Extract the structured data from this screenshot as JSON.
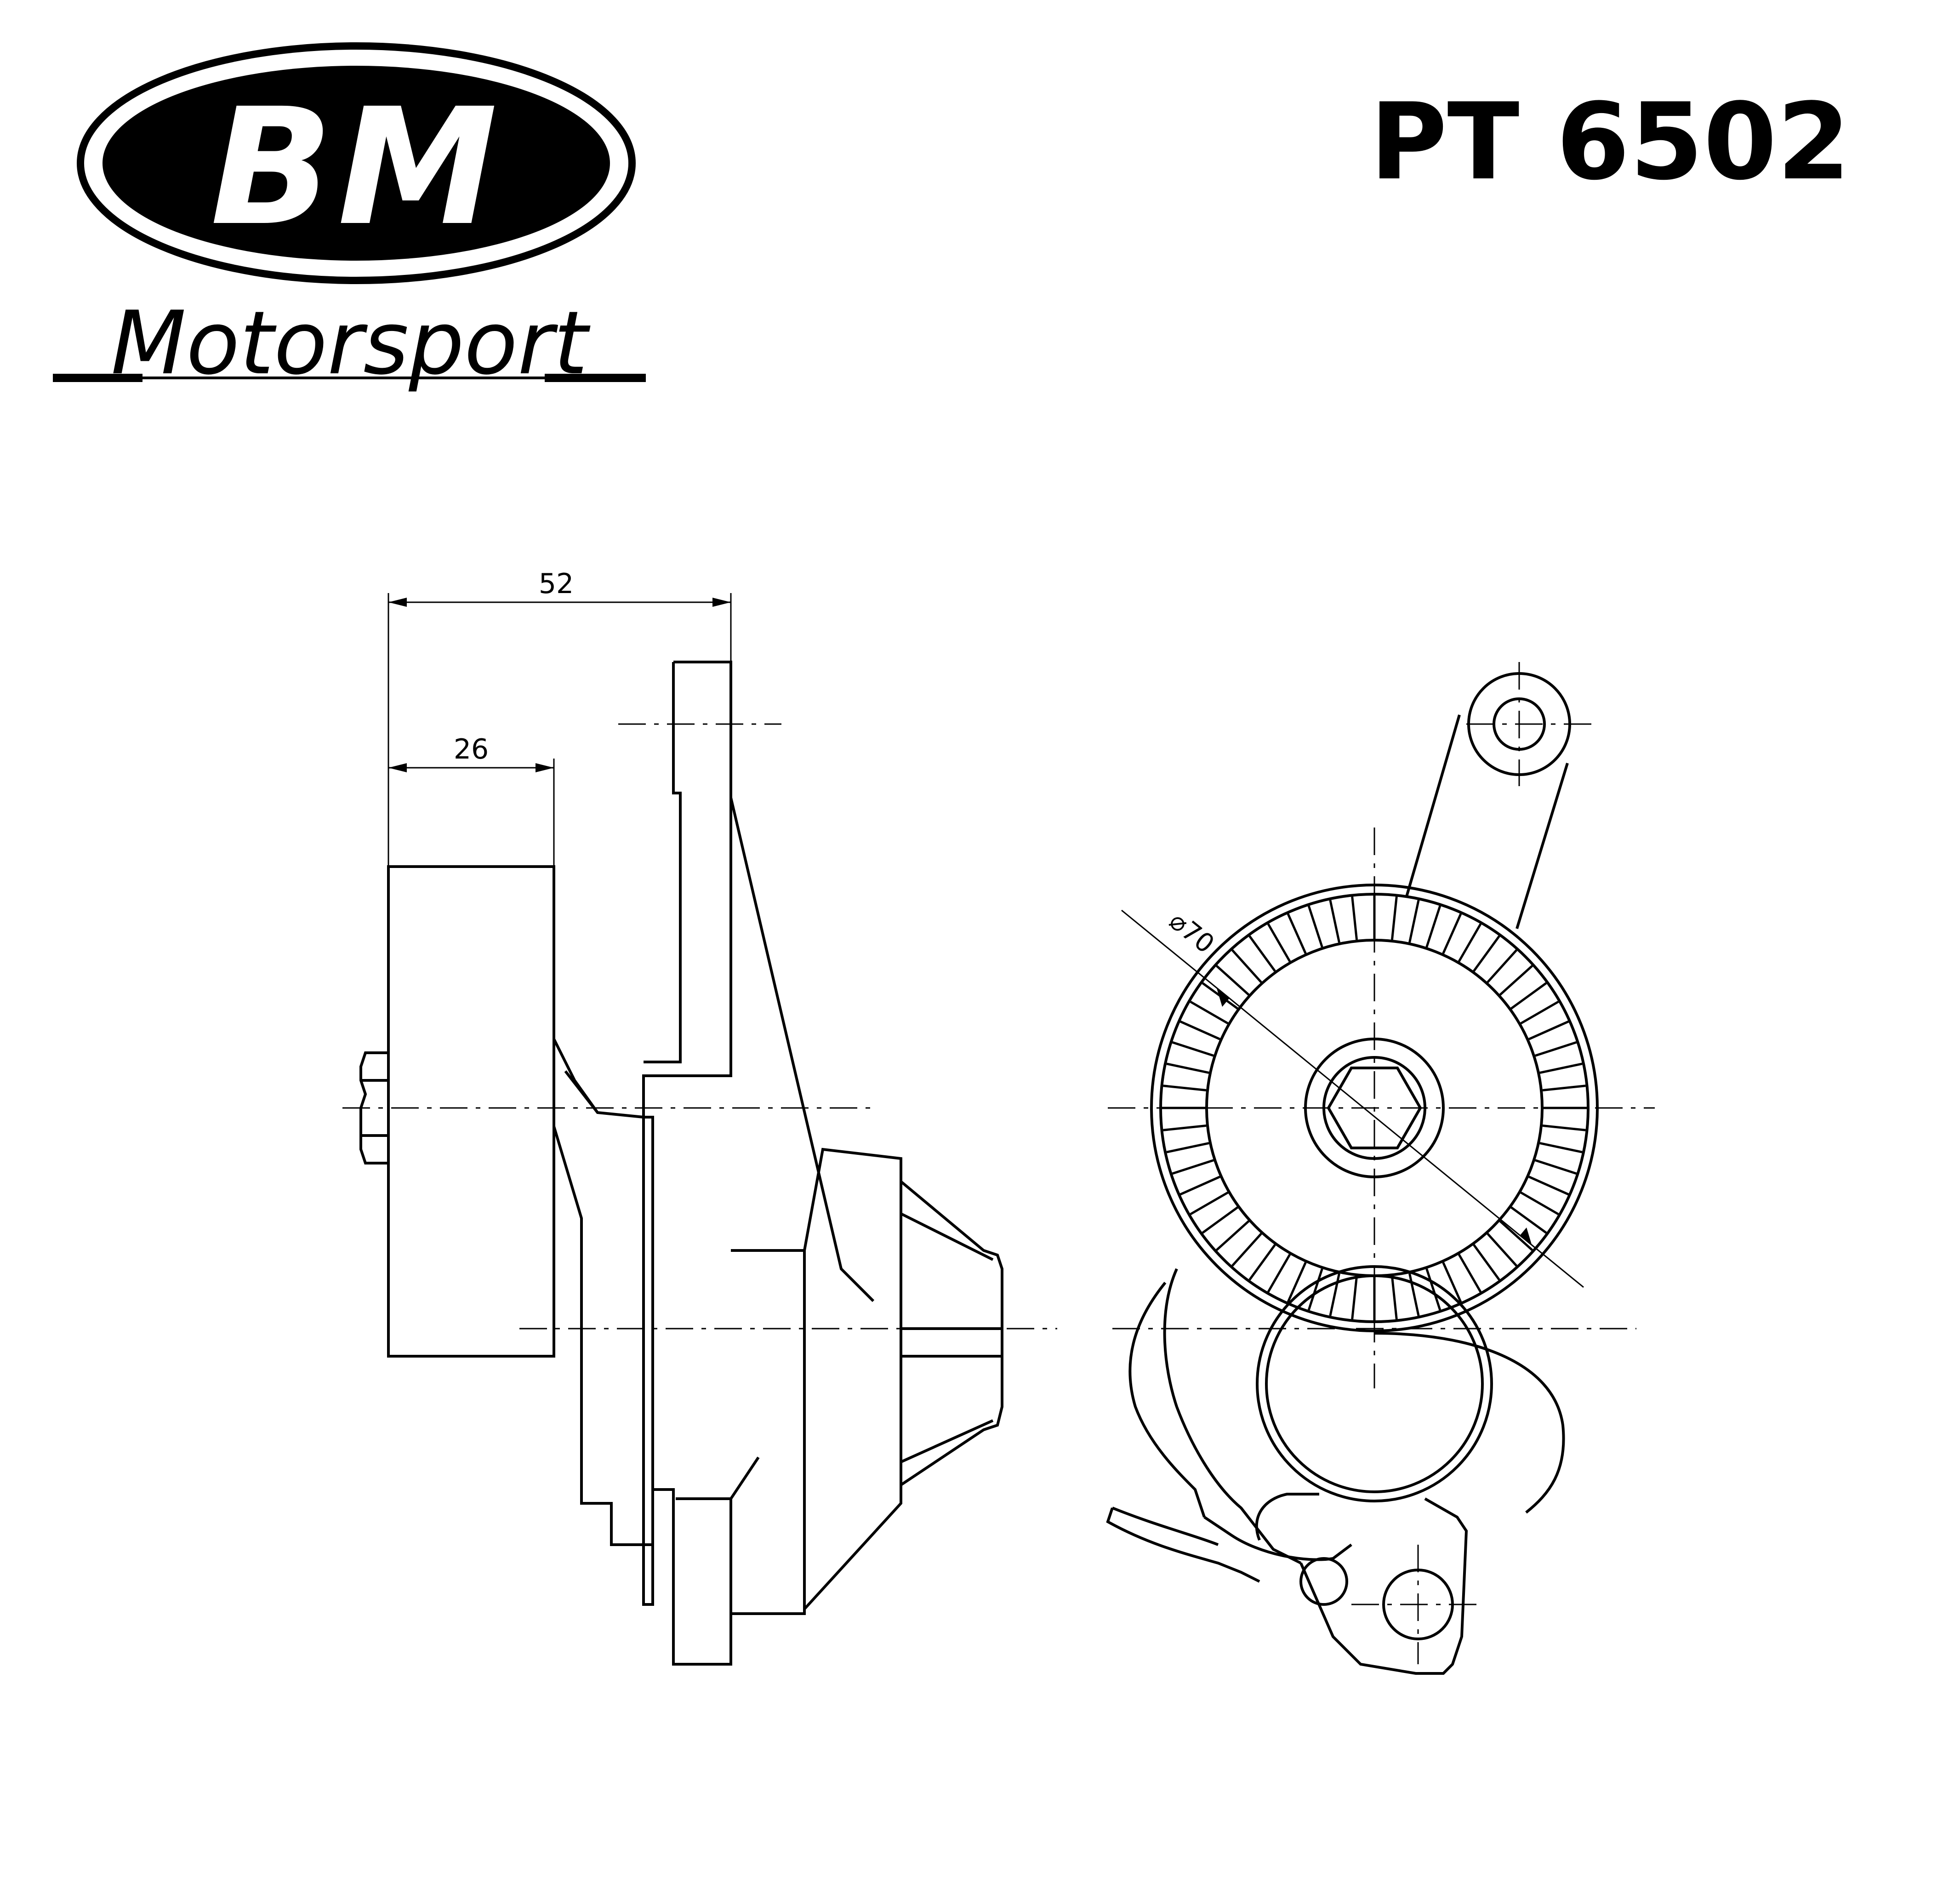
{
  "brand": {
    "logo_letters": "BM",
    "logo_script": "Motorsport"
  },
  "header": {
    "part_number": "PT 6502"
  },
  "dimensions": {
    "total_width": "52",
    "pulley_width": "26",
    "pulley_diameter": "⌀70"
  },
  "colors": {
    "line": "#000000",
    "background": "#ffffff"
  }
}
